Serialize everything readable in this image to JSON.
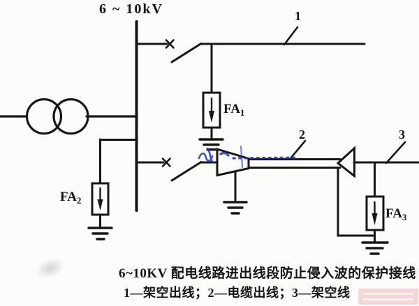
{
  "title": {
    "bus_voltage": "6 ~ 10kV"
  },
  "line_labels": {
    "line1": "1",
    "line2": "2",
    "line3": "3"
  },
  "arresters": {
    "fa1": {
      "name": "FA",
      "sub": "1"
    },
    "fa2": {
      "name": "FA",
      "sub": "2"
    },
    "fa3": {
      "name": "FA",
      "sub": "3"
    }
  },
  "caption": {
    "line1": "6~10KV 配电线路进出线段防止侵入波的保护接线",
    "line2": "1—架空出线；2—电缆出线；3—架空线"
  },
  "colors": {
    "ink": "#161616",
    "annotation_blue": "#2633bd",
    "watermark_pink": "#eaa9a9",
    "background": "#fcfcfa"
  }
}
